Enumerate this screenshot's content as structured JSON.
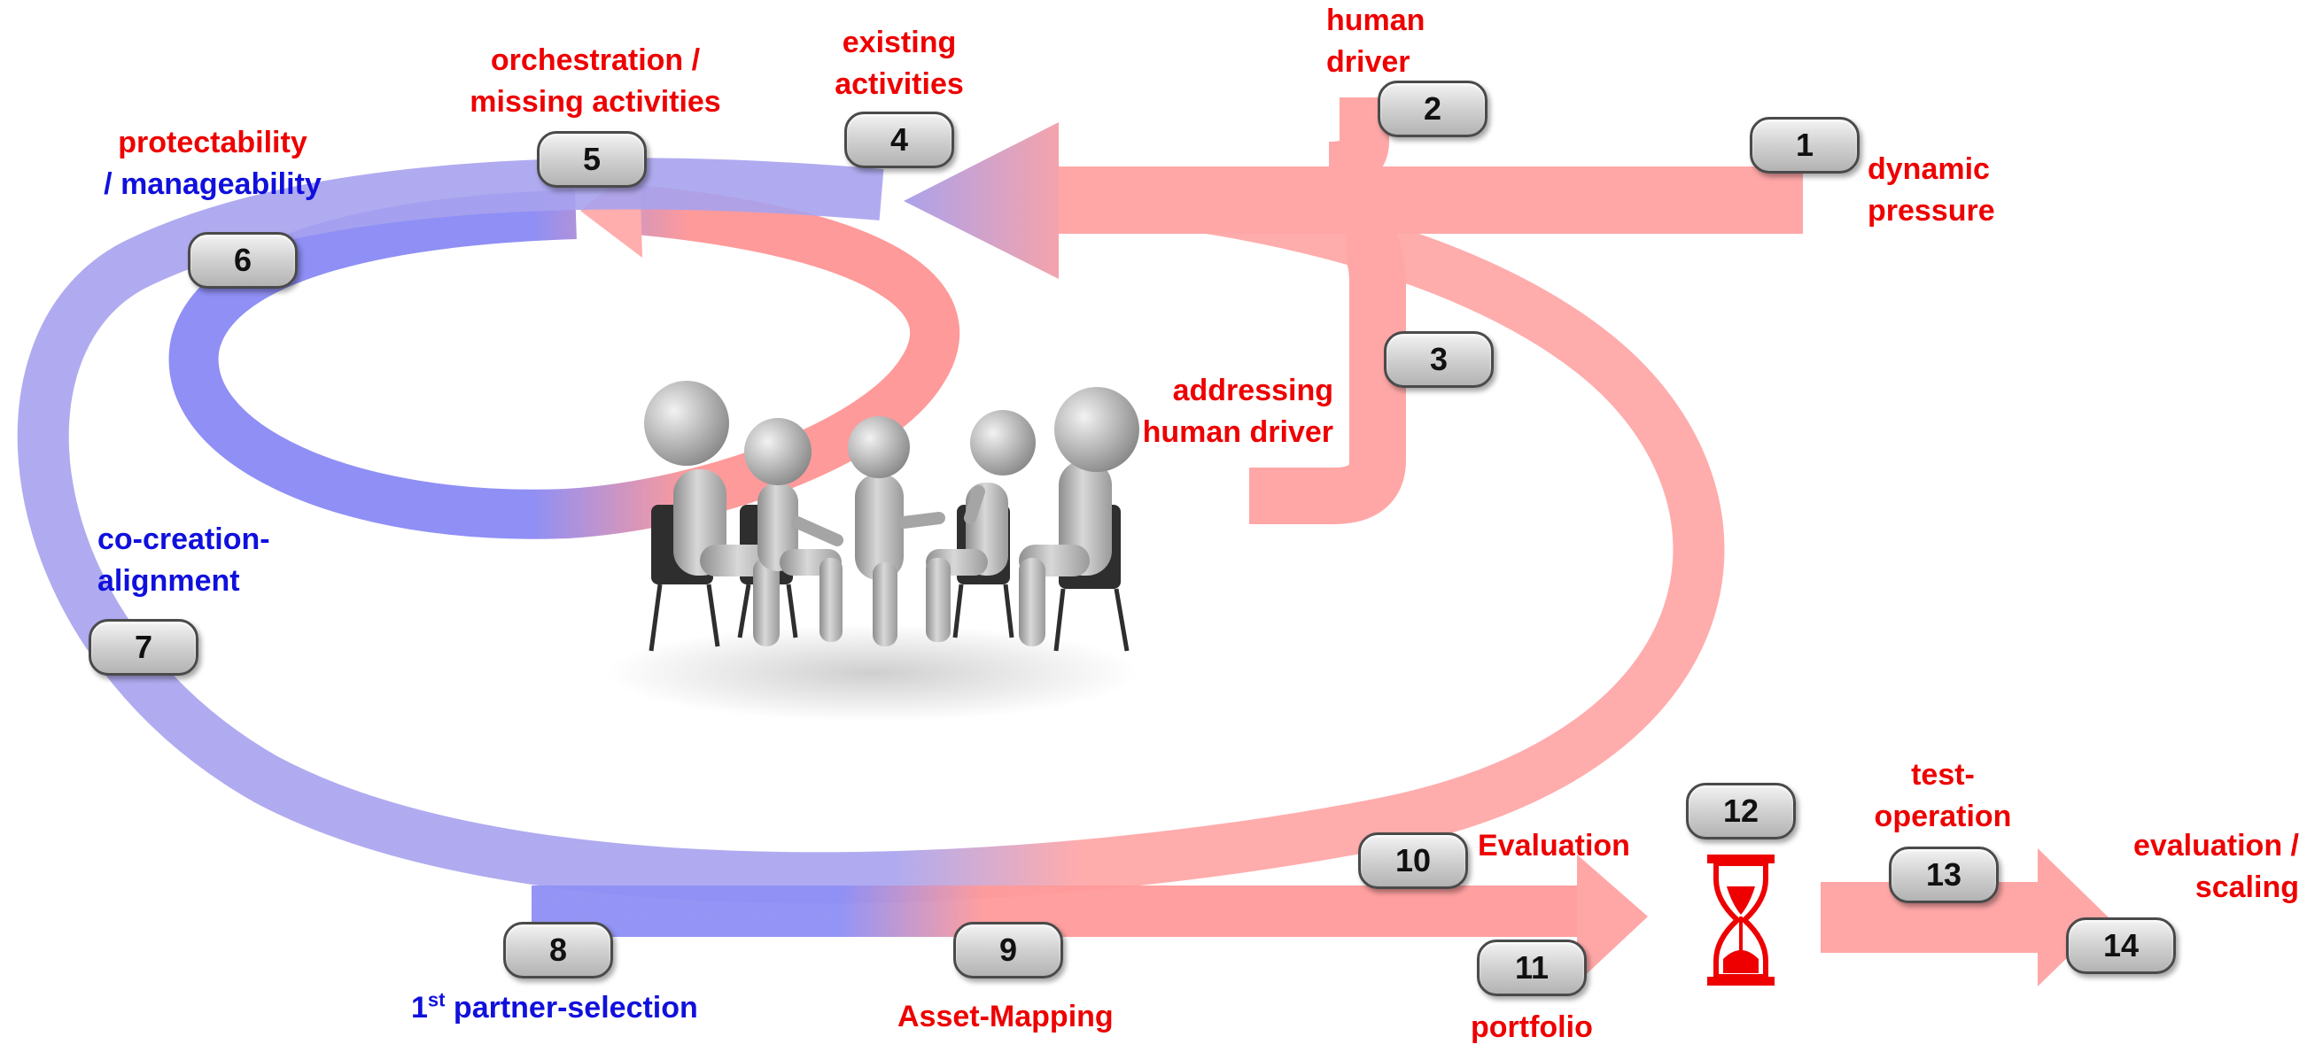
{
  "colors": {
    "red": "#ee0000",
    "blue": "#1010dd",
    "arrow_red": "#ff9a9a",
    "arrow_blue": "#8f8ff5",
    "badge_border": "#4a4a4a"
  },
  "icons": [
    "people-meeting-icon",
    "hourglass-icon"
  ],
  "badges": [
    "1",
    "2",
    "3",
    "4",
    "5",
    "6",
    "7",
    "8",
    "9",
    "10",
    "11",
    "12",
    "13",
    "14"
  ],
  "labels": {
    "human_driver_1": "human",
    "human_driver_2": "driver",
    "dynamic_pressure_1": "dynamic",
    "dynamic_pressure_2": "pressure",
    "existing_1": "existing",
    "existing_2": "activities",
    "orchestration_1": "orchestration /",
    "orchestration_2": "missing activities",
    "protectability_1": "protectability",
    "protectability_2": "/ manageability",
    "addressing_1": "addressing",
    "addressing_2": "human driver",
    "cocreation_1": "co-creation-",
    "cocreation_2": "alignment",
    "partner_prefix": "1",
    "partner_sup": "st",
    "partner_rest": " partner-selection",
    "asset_mapping": "Asset-Mapping",
    "evaluation": "Evaluation",
    "portfolio": "portfolio",
    "test_operation_1": "test-",
    "test_operation_2": "operation",
    "evaluation_scaling_1": "evaluation /",
    "evaluation_scaling_2": "scaling"
  }
}
